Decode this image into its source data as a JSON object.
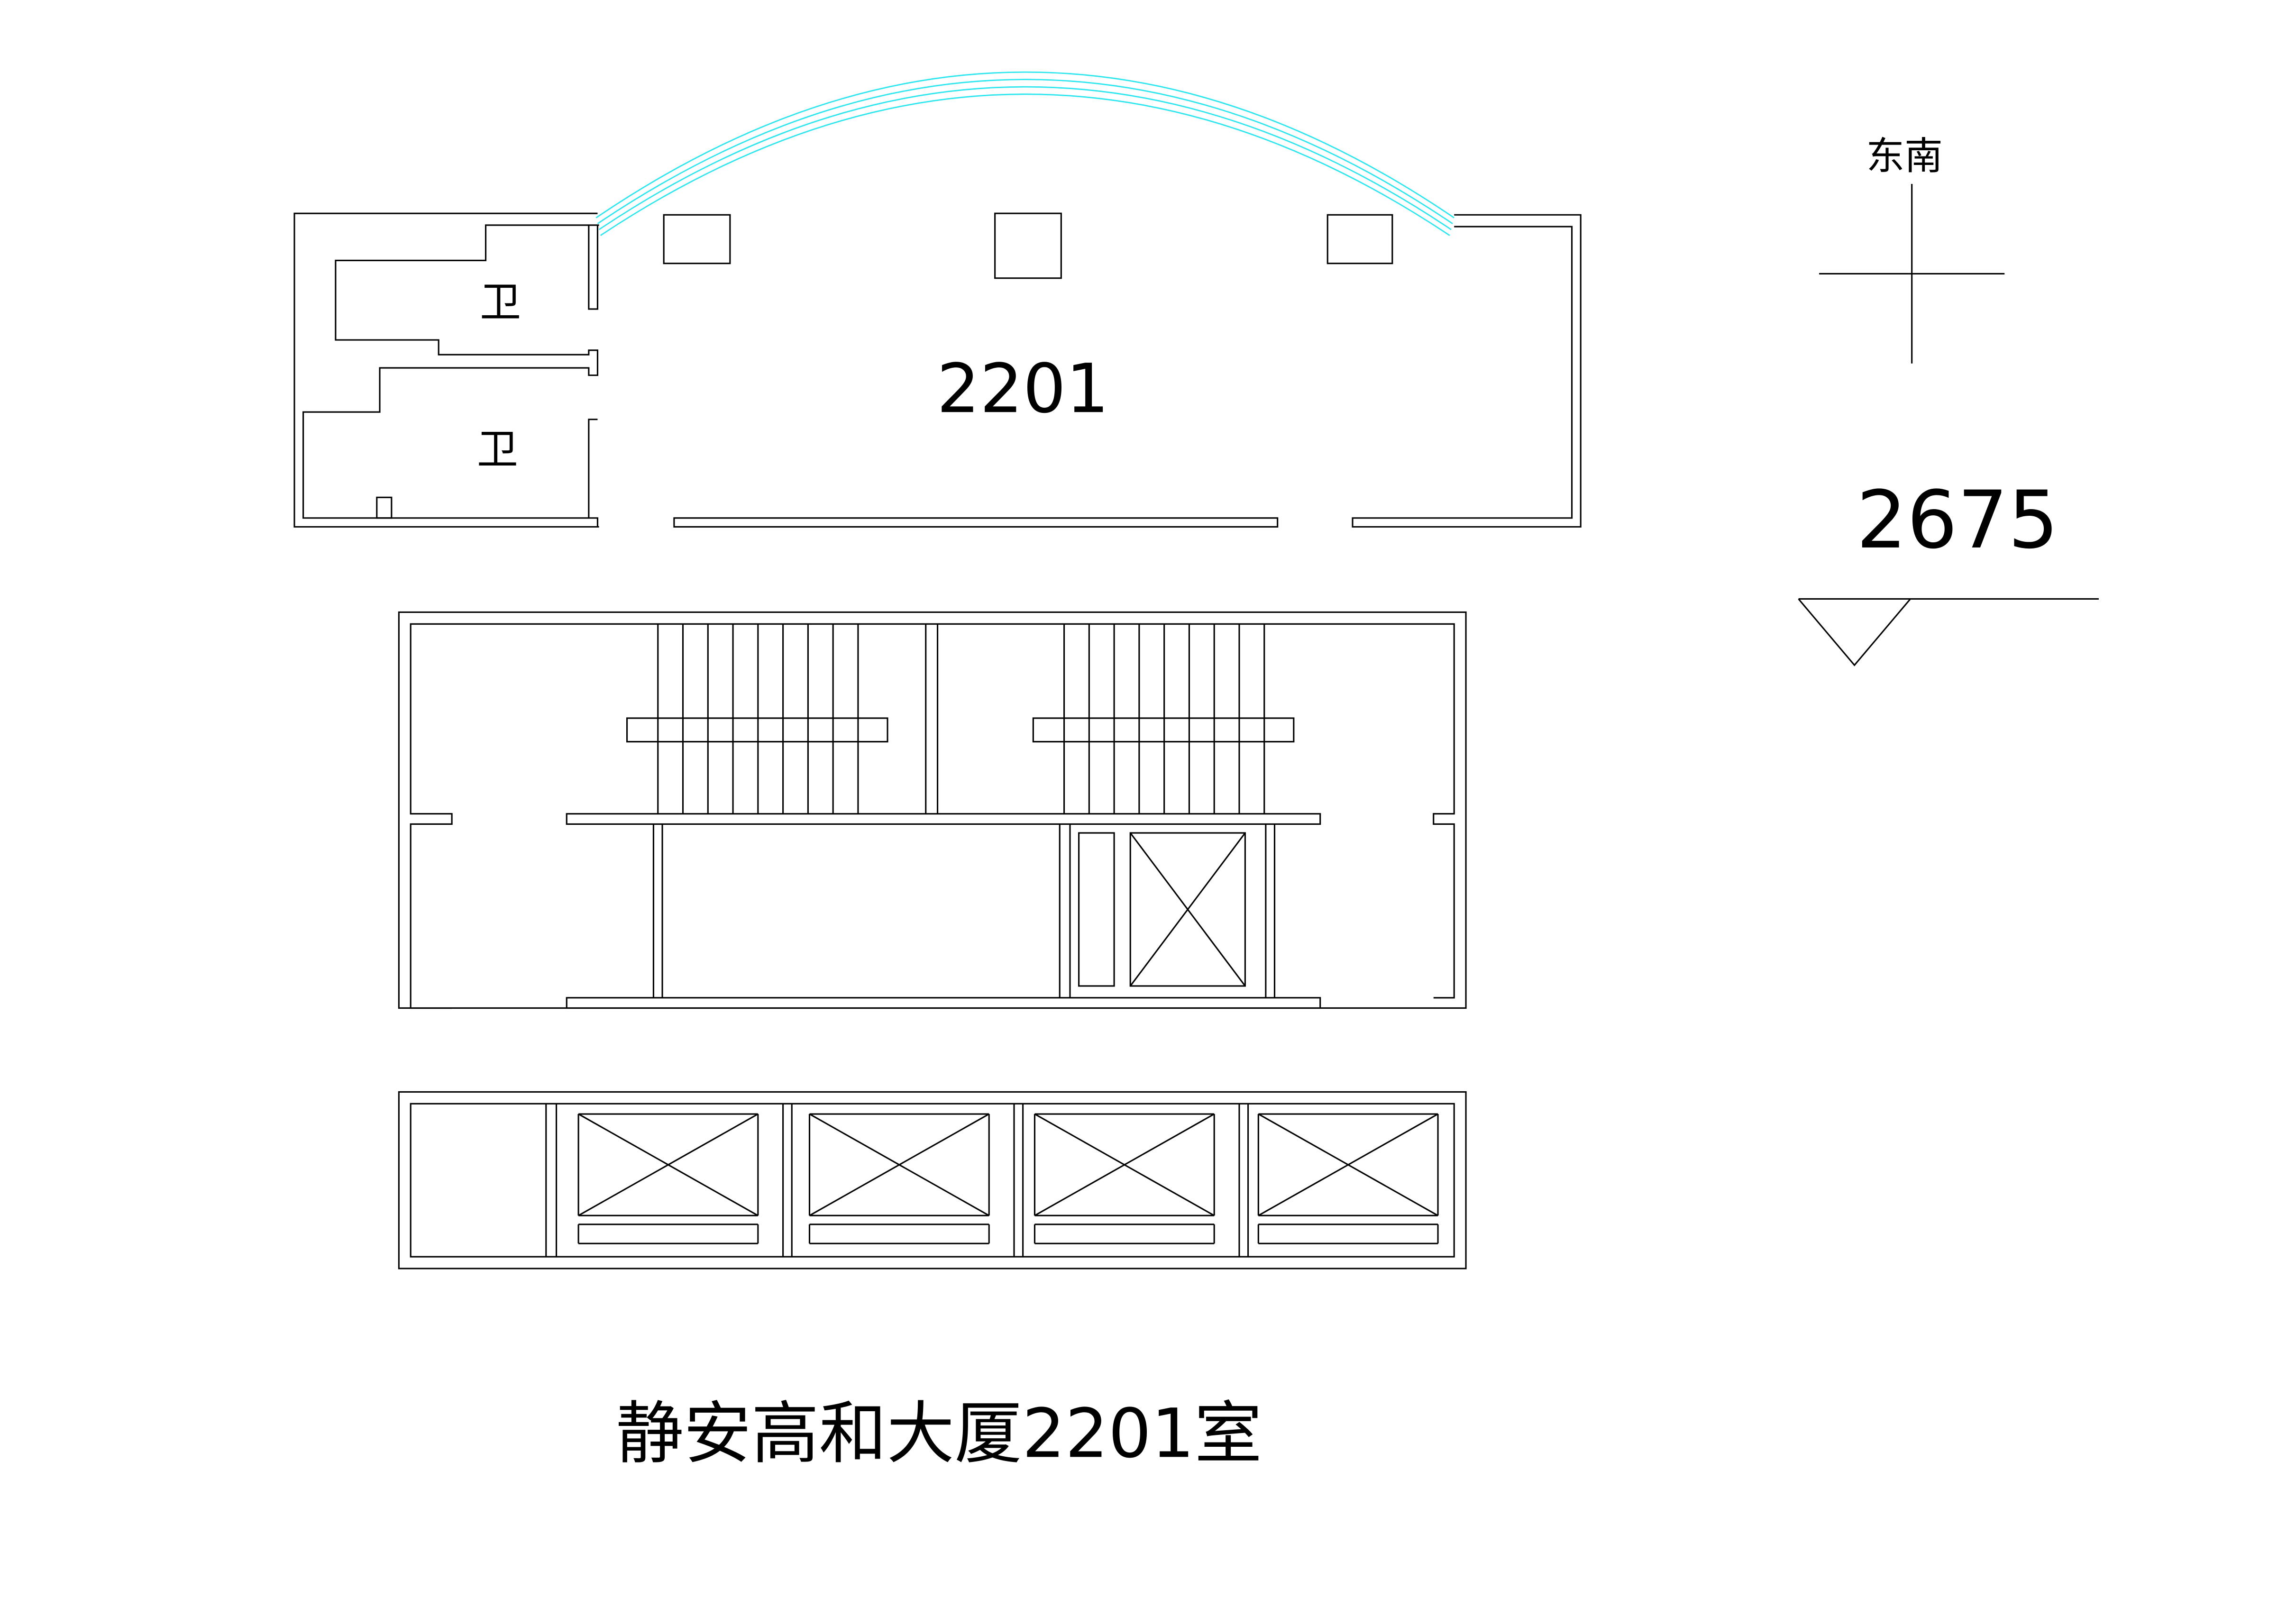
{
  "plan": {
    "room_number": "2201",
    "bathroom_1": "卫",
    "bathroom_2": "卫",
    "orientation": "东南",
    "elevation": "2675",
    "title": "静安高和大厦2201室"
  },
  "colors": {
    "walls": "#000000",
    "window_arc": "#2ee6f0",
    "background": "#ffffff"
  }
}
